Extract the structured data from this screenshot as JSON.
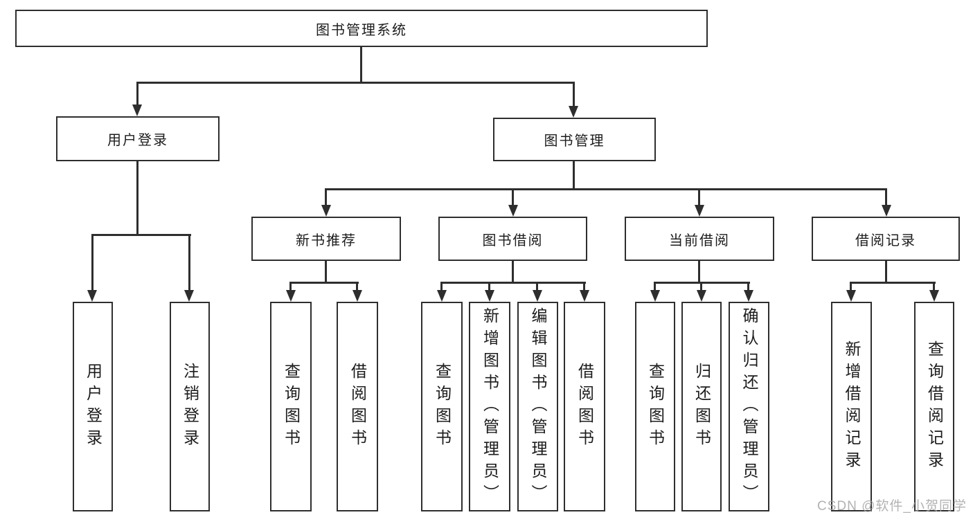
{
  "diagram": {
    "root": {
      "label": "图书管理系统"
    },
    "branches": [
      {
        "label": "用户登录",
        "children": [
          {
            "label": "用户登录"
          },
          {
            "label": "注销登录"
          }
        ]
      },
      {
        "label": "图书管理",
        "children": [
          {
            "label": "新书推荐",
            "children": [
              {
                "label": "查询图书"
              },
              {
                "label": "借阅图书"
              }
            ]
          },
          {
            "label": "图书借阅",
            "children": [
              {
                "label": "查询图书"
              },
              {
                "label": "新增图书（管理员）"
              },
              {
                "label": "编辑图书（管理员）"
              },
              {
                "label": "借阅图书"
              }
            ]
          },
          {
            "label": "当前借阅",
            "children": [
              {
                "label": "查询图书"
              },
              {
                "label": "归还图书"
              },
              {
                "label": "确认归还（管理员）"
              }
            ]
          },
          {
            "label": "借阅记录",
            "children": [
              {
                "label": "新增借阅记录"
              },
              {
                "label": "查询借阅记录"
              }
            ]
          }
        ]
      }
    ]
  },
  "watermark": {
    "text": "CSDN @软件_小贺同学",
    "color": "#a5a5a5"
  },
  "colors": {
    "line": "#2e2e2e",
    "box_border": "#2e2e2e",
    "text": "#1c1c1c",
    "background": "#ffffff"
  }
}
